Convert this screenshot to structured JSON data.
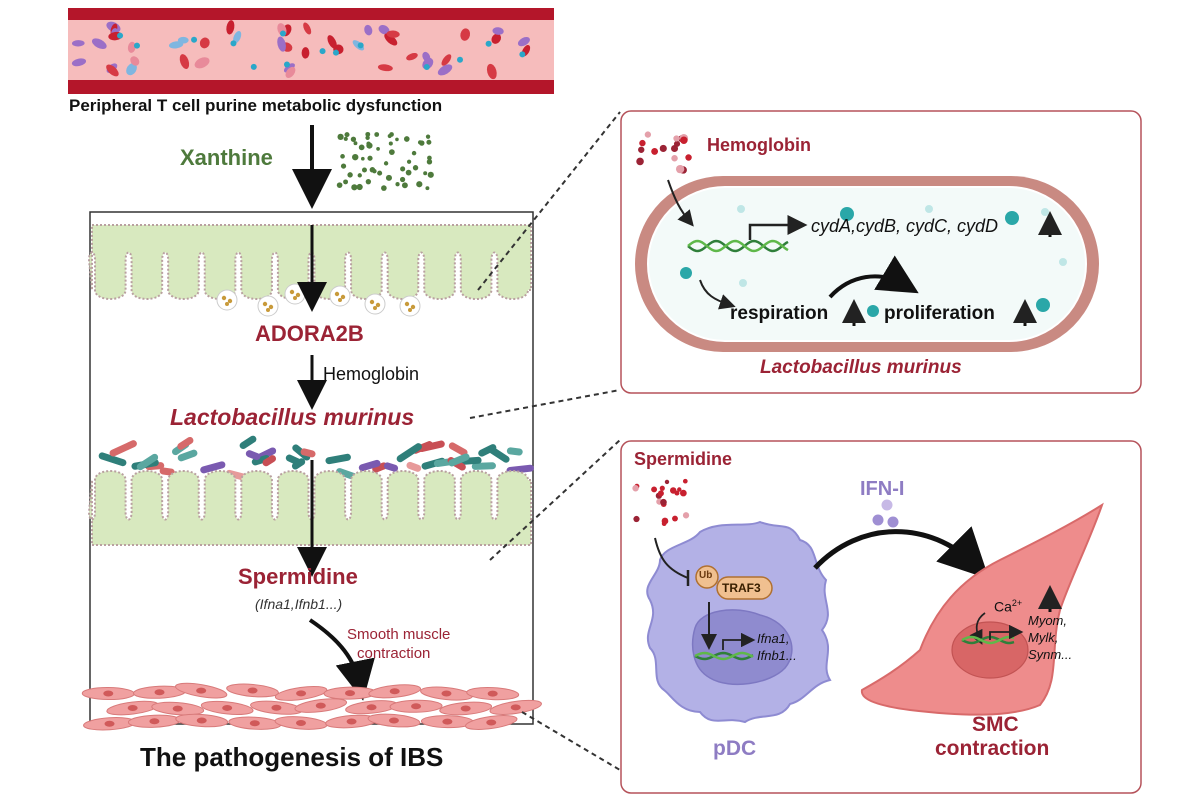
{
  "title_top": "Peripheral T cell purine metabolic dysfunction",
  "xanthine": "Xanthine",
  "adora2b": "ADORA2B",
  "hemoglobin_arrow": "Hemoglobin",
  "lacto_left": "Lactobacillus murinus",
  "spermidine_left": "Spermidine",
  "genes_left": "(Ifna1,Ifnb1...)",
  "smooth_muscle_1": "Smooth muscle",
  "smooth_muscle_2": "contraction",
  "bottom_title": "The pathogenesis of IBS",
  "panel1": {
    "title": "Hemoglobin",
    "genes": "cydA,cydB, cydC, cydD",
    "respiration": "respiration",
    "proliferation": "proliferation",
    "caption": "Lactobacillus murinus"
  },
  "panel2": {
    "title": "Spermidine",
    "ifn": "IFN-I",
    "ub": "Ub",
    "traf3": "TRAF3",
    "pdc_genes_1": "Ifna1,",
    "pdc_genes_2": "Ifnb1...",
    "pdc": "pDC",
    "ca": "Ca",
    "ca_sup": "2+",
    "smc_genes_1": "Myom,",
    "smc_genes_2": "Mylk,",
    "smc_genes_3": "Synm...",
    "smc_1": "SMC",
    "smc_2": "contraction"
  },
  "colors": {
    "dark_red": "#9b2335",
    "green_text": "#4e7a3c",
    "purple": "#8e7cc3",
    "panel_border": "#b5525a",
    "villi": "#d8e9bf",
    "cell_body": "#b3b1e6",
    "smc_body": "#ee8c8c"
  }
}
